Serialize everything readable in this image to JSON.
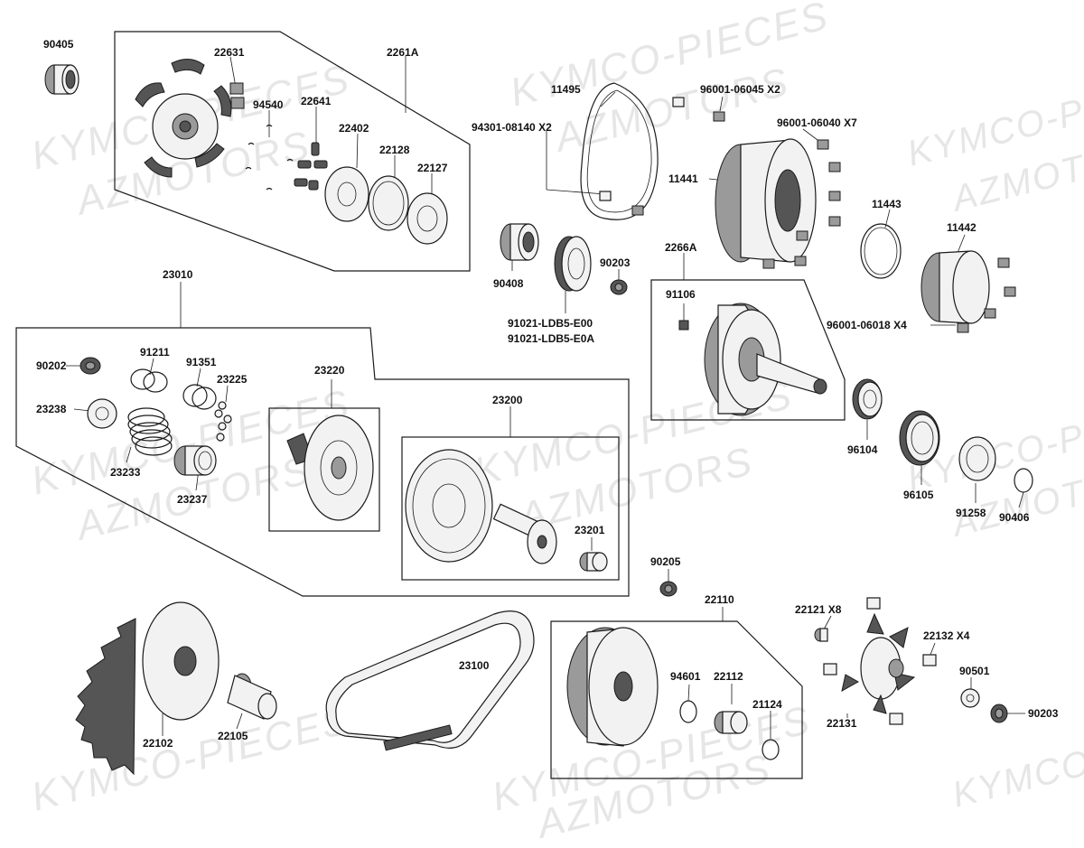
{
  "watermarks": {
    "kymco": "KYMCO-PIECES",
    "azmotors": "AZMOTORS"
  },
  "labels": {
    "p90405": "90405",
    "p22631": "22631",
    "p2261A": "2261A",
    "p94540": "94540",
    "p22641": "22641",
    "p22402": "22402",
    "p22128": "22128",
    "p22127": "22127",
    "p11495": "11495",
    "p96001_06045": "96001-06045 X2",
    "p94301_08140": "94301-08140 X2",
    "p96001_06040": "96001-06040 X7",
    "p11441": "11441",
    "p11443": "11443",
    "p11442": "11442",
    "p90408": "90408",
    "p90203a": "90203",
    "p2266A": "2266A",
    "p91021_e00": "91021-LDB5-E00",
    "p91021_e0a": "91021-LDB5-E0A",
    "p91106": "91106",
    "p96001_06018": "96001-06018 X4",
    "p23010": "23010",
    "p90202": "90202",
    "p91211": "91211",
    "p91351": "91351",
    "p23225": "23225",
    "p23220": "23220",
    "p23238": "23238",
    "p23233": "23233",
    "p23237": "23237",
    "p23200": "23200",
    "p23201": "23201",
    "p96104": "96104",
    "p96105": "96105",
    "p91258": "91258",
    "p90406": "90406",
    "p90205": "90205",
    "p22110": "22110",
    "p22121": "22121 X8",
    "p22132": "22132 X4",
    "p23100": "23100",
    "p94601": "94601",
    "p22112": "22112",
    "p21124": "21124",
    "p90501": "90501",
    "p90203b": "90203",
    "p22131": "22131",
    "p22102": "22102",
    "p22105": "22105"
  }
}
